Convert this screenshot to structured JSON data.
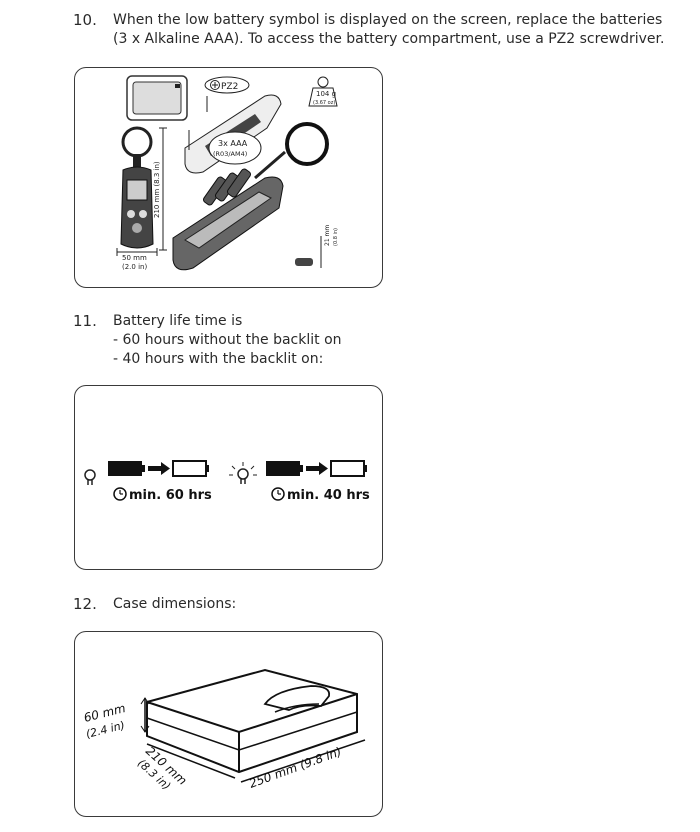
{
  "step10": {
    "number": "10.",
    "line1": "When the low battery symbol is displayed on the screen, replace the batteries",
    "line2": "(3 x Alkaline AAA). To access the battery compartment, use a PZ2 screwdriver.",
    "figure": {
      "screwdriver_label": "PZ2",
      "battery_label_1": "3x AAA",
      "battery_label_2": "(R03/AM4)",
      "weight_1": "104 g",
      "weight_2": "(3.67 oz)",
      "height_label": "210 mm (8.3 in)",
      "width_label_1": "50 mm",
      "width_label_2": "(2.0 in)",
      "depth_label_1": "21 mm",
      "depth_label_2": "(0.8 in)"
    }
  },
  "step11": {
    "number": "11.",
    "line1": "Battery life time is",
    "line2": "- 60 hours without the backlit on",
    "line3": "- 40 hours with the backlit on:",
    "figure": {
      "time_off": "min. 60 hrs",
      "time_on": "min. 40 hrs"
    }
  },
  "step12": {
    "number": "12.",
    "line1": "Case dimensions:",
    "figure": {
      "height_1": "60 mm",
      "height_2": "(2.4 in)",
      "depth_1": "210 mm",
      "depth_2": "(8.3 in)",
      "length": "250 mm (9.8 in)"
    }
  }
}
